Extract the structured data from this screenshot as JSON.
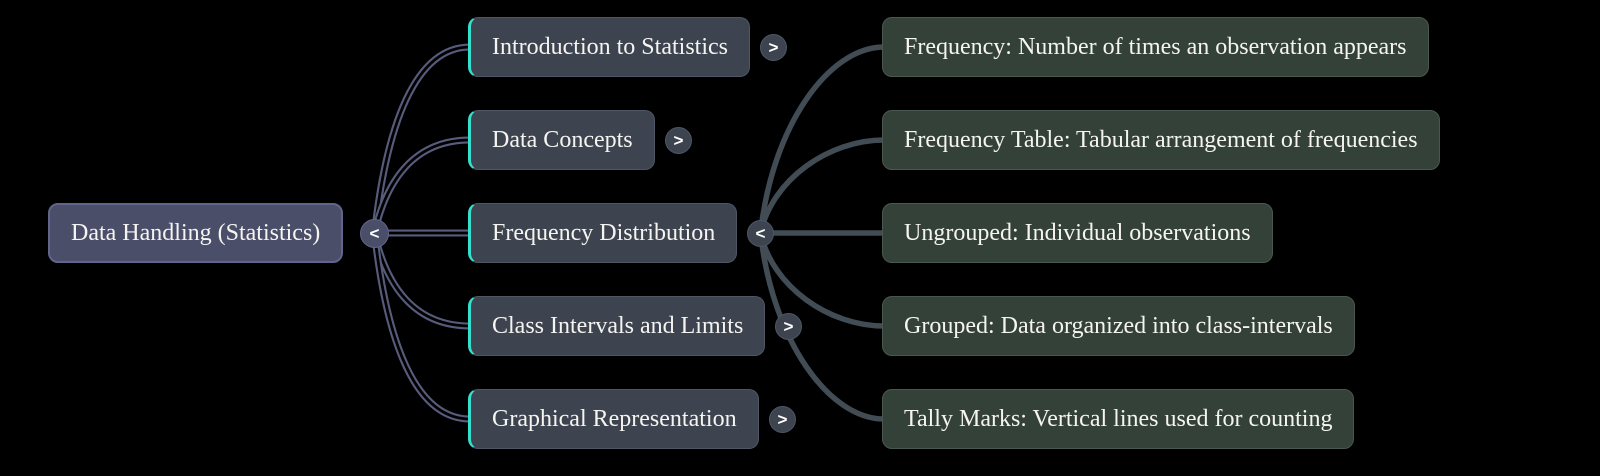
{
  "diagram": {
    "type": "mindmap",
    "root": {
      "label": "Data Handling (Statistics)",
      "toggle": "<"
    },
    "branches": [
      {
        "label": "Introduction to Statistics",
        "toggle": ">",
        "children": []
      },
      {
        "label": "Data Concepts",
        "toggle": ">",
        "children": []
      },
      {
        "label": "Frequency Distribution",
        "toggle": "<",
        "children": [
          "Frequency: Number of times an observation appears",
          "Frequency Table: Tabular arrangement of frequencies",
          "Ungrouped: Individual observations",
          "Grouped: Data organized into class-intervals",
          "Tally Marks: Vertical lines used for counting"
        ]
      },
      {
        "label": "Class Intervals and Limits",
        "toggle": ">",
        "children": []
      },
      {
        "label": "Graphical Representation",
        "toggle": ">",
        "children": []
      }
    ],
    "colors": {
      "background": "#000000",
      "root_fill": "#4a4e68",
      "root_border": "#61658b",
      "branch_fill": "#3d4450",
      "branch_border": "#4e5765",
      "branch_accent": "#36dfcd",
      "leaf_fill": "#344139",
      "leaf_border": "#49584e",
      "text": "#f5f4f1",
      "link_left": "#585c7c",
      "link_right": "#414c55",
      "link_core": "#000000"
    }
  }
}
